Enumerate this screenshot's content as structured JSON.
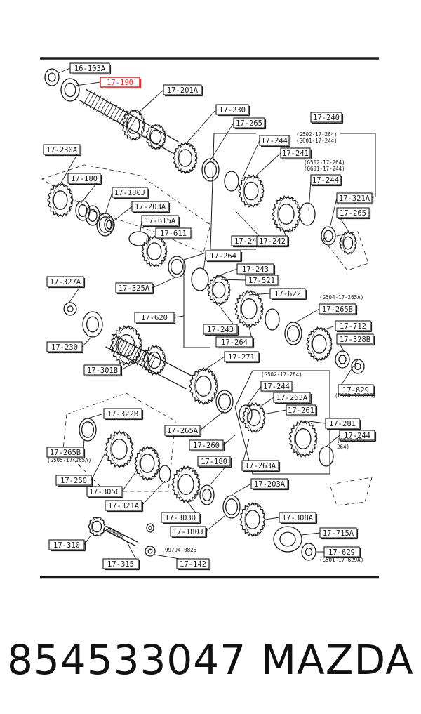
{
  "diagram": {
    "callouts": [
      {
        "id": "c1",
        "text": "16-103A"
      },
      {
        "id": "c2",
        "text": "17-190"
      },
      {
        "id": "c3",
        "text": "17-201A"
      },
      {
        "id": "c4",
        "text": "17-230"
      },
      {
        "id": "c5",
        "text": "17-265"
      },
      {
        "id": "c6",
        "text": "17-240"
      },
      {
        "id": "c7",
        "text": "17-244"
      },
      {
        "id": "c8",
        "text": "17-241"
      },
      {
        "id": "c9",
        "text": "17-244"
      },
      {
        "id": "c10",
        "text": "17-230A"
      },
      {
        "id": "c11",
        "text": "17-180"
      },
      {
        "id": "c12",
        "text": "17-180J"
      },
      {
        "id": "c13",
        "text": "17-203A"
      },
      {
        "id": "c14",
        "text": "17-615A"
      },
      {
        "id": "c15",
        "text": "17-611"
      },
      {
        "id": "c16",
        "text": "17-321A"
      },
      {
        "id": "c17",
        "text": "17-265"
      },
      {
        "id": "c18",
        "text": "17-243"
      },
      {
        "id": "c19",
        "text": "17-242"
      },
      {
        "id": "c20",
        "text": "17-264"
      },
      {
        "id": "c21",
        "text": "17-243"
      },
      {
        "id": "c22",
        "text": "17-521"
      },
      {
        "id": "c23",
        "text": "17-622"
      },
      {
        "id": "c24",
        "text": "17-327A"
      },
      {
        "id": "c25",
        "text": "17-325A"
      },
      {
        "id": "c26",
        "text": "17-620"
      },
      {
        "id": "c27",
        "text": "17-265B"
      },
      {
        "id": "c28",
        "text": "17-712"
      },
      {
        "id": "c29",
        "text": "17-243"
      },
      {
        "id": "c30",
        "text": "17-328B"
      },
      {
        "id": "c31",
        "text": "17-230"
      },
      {
        "id": "c32",
        "text": "17-264"
      },
      {
        "id": "c33",
        "text": "17-271"
      },
      {
        "id": "c34",
        "text": "17-301B"
      },
      {
        "id": "c35",
        "text": "17-629"
      },
      {
        "id": "c36",
        "text": "17-244"
      },
      {
        "id": "c37",
        "text": "17-263A"
      },
      {
        "id": "c38",
        "text": "17-261"
      },
      {
        "id": "c39",
        "text": "17-322B"
      },
      {
        "id": "c40",
        "text": "17-281"
      },
      {
        "id": "c41",
        "text": "17-244"
      },
      {
        "id": "c42",
        "text": "17-265A"
      },
      {
        "id": "c43",
        "text": "17-260"
      },
      {
        "id": "c44",
        "text": "17-265B"
      },
      {
        "id": "c45",
        "text": "17-263A"
      },
      {
        "id": "c46",
        "text": "17-180"
      },
      {
        "id": "c47",
        "text": "17-250"
      },
      {
        "id": "c48",
        "text": "17-203A"
      },
      {
        "id": "c49",
        "text": "17-305C"
      },
      {
        "id": "c50",
        "text": "17-321A"
      },
      {
        "id": "c51",
        "text": "17-303D"
      },
      {
        "id": "c52",
        "text": "17-308A"
      },
      {
        "id": "c53",
        "text": "17-180J"
      },
      {
        "id": "c54",
        "text": "17-715A"
      },
      {
        "id": "c55",
        "text": "17-310"
      },
      {
        "id": "c56",
        "text": "17-629"
      },
      {
        "id": "c57",
        "text": "17-315"
      },
      {
        "id": "c58",
        "text": "17-142"
      }
    ],
    "notes": [
      {
        "id": "n1",
        "lines": [
          "(G502-17-264)",
          "(G601-17-244)"
        ]
      },
      {
        "id": "n2",
        "lines": [
          "(G502-17-264)",
          "(G601-17-244)"
        ]
      },
      {
        "id": "n3",
        "lines": [
          "(G504-17-265A)"
        ]
      },
      {
        "id": "n4",
        "lines": [
          "(F520-17-628)"
        ]
      },
      {
        "id": "n5",
        "lines": [
          "(G502-17-264)"
        ]
      },
      {
        "id": "n6",
        "lines": [
          "(G502-17-",
          "264)"
        ]
      },
      {
        "id": "n7",
        "lines": [
          "(G505-17-265A)"
        ]
      },
      {
        "id": "n8",
        "lines": [
          "(G501-17-629A)"
        ]
      },
      {
        "id": "n9",
        "lines": [
          "99794-0825"
        ]
      }
    ],
    "highlighted_callout": "c2",
    "colors": {
      "ink": "#1a1a1a",
      "highlight": "#e03030"
    }
  },
  "caption": {
    "part_number": "854533047",
    "brand": "MAZDA"
  }
}
